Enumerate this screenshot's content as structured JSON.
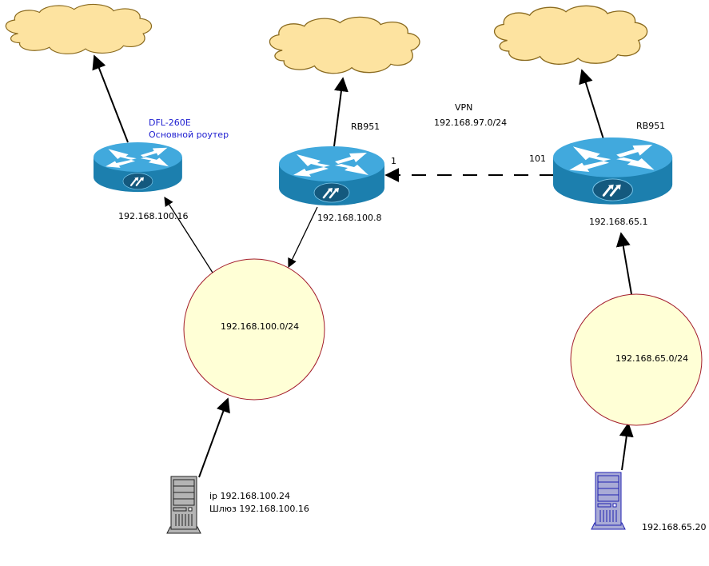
{
  "diagram": {
    "colors": {
      "cloud_fill": "#fde3a0",
      "cloud_stroke": "#8a6a1e",
      "network_fill": "#ffffd6",
      "network_stroke": "#a31c2b",
      "router_top": "#41a9dd",
      "router_side": "#1c7fae",
      "router_badge": "#14597e",
      "server_gray_fill": "#b4b4b4",
      "server_blue_fill": "#a9abd6",
      "server_blue_stroke": "#2020b0",
      "label_blue": "#1c1cd0"
    },
    "clouds": [
      {
        "id": "cloud-left"
      },
      {
        "id": "cloud-center"
      },
      {
        "id": "cloud-right"
      }
    ],
    "routers": [
      {
        "id": "router-dfl",
        "name_lines": [
          "DFL-260E",
          "Основной роутер"
        ],
        "ip": "192.168.100.16"
      },
      {
        "id": "router-rb951-left",
        "name": "RB951",
        "ip": "192.168.100.8",
        "port_label": "1"
      },
      {
        "id": "router-rb951-right",
        "name": "RB951",
        "ip": "192.168.65.1",
        "port_label": "101"
      }
    ],
    "networks": [
      {
        "id": "net-100",
        "label": "192.168.100.0/24"
      },
      {
        "id": "net-65",
        "label": "192.168.65.0/24"
      }
    ],
    "servers": [
      {
        "id": "server-left",
        "lines": [
          "ip 192.168.100.24",
          "Шлюз 192.168.100.16"
        ]
      },
      {
        "id": "server-right",
        "lines": [
          "192.168.65.20"
        ]
      }
    ],
    "vpn": {
      "title": "VPN",
      "subnet": "192.168.97.0/24"
    }
  }
}
